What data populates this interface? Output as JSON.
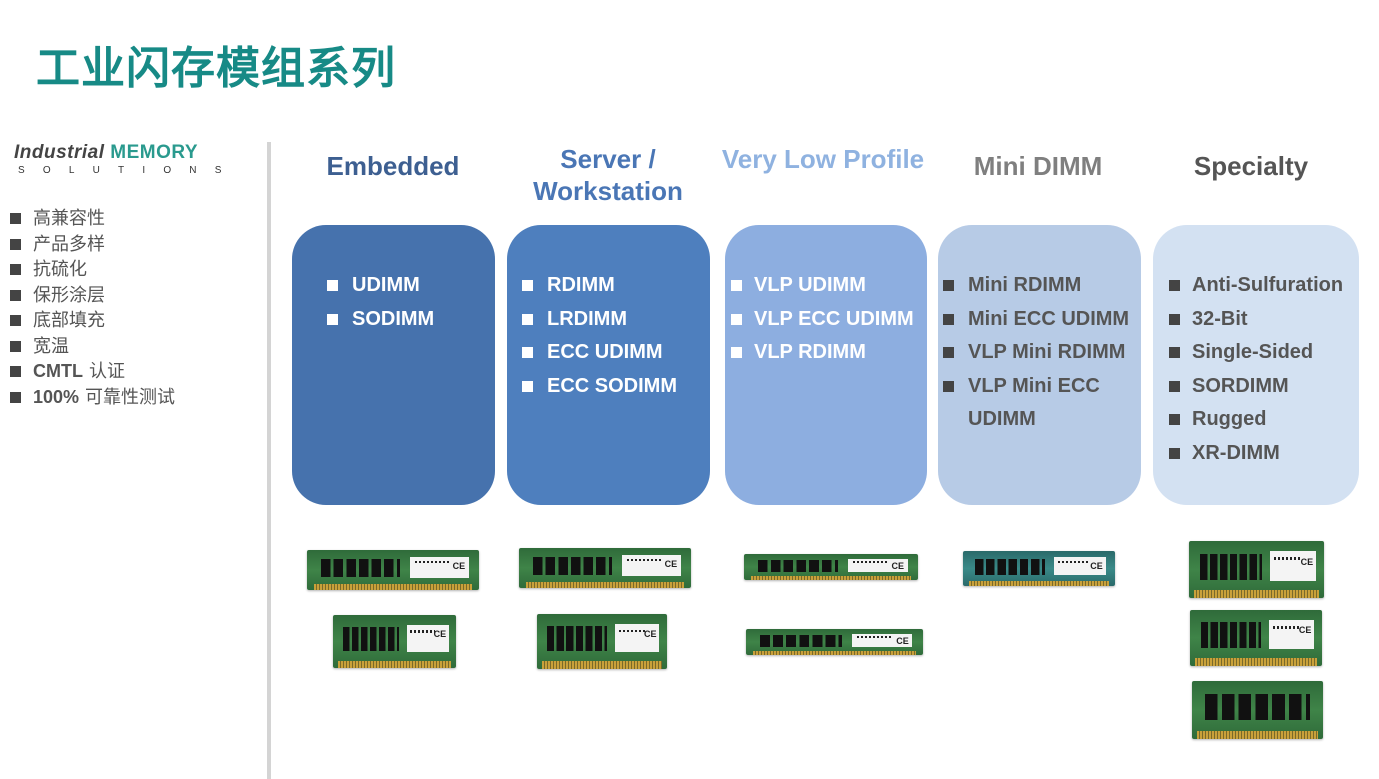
{
  "title": "工业闪存模组系列",
  "logo": {
    "word1": "Industrial",
    "word2": "MEMORY",
    "subtitle": "SOLUTIONS"
  },
  "features": [
    {
      "bold": "",
      "text": "高兼容性"
    },
    {
      "bold": "",
      "text": "产品多样"
    },
    {
      "bold": "",
      "text": "抗硫化"
    },
    {
      "bold": "",
      "text": "保形涂层"
    },
    {
      "bold": "",
      "text": "底部填充"
    },
    {
      "bold": "",
      "text": "宽温"
    },
    {
      "bold": "CMTL",
      "text": "认证"
    },
    {
      "bold": "100%",
      "text": "可靠性测试"
    }
  ],
  "columns": [
    {
      "heading": "Embedded",
      "heading_color": "#3d5f91",
      "box_color": "#4672ad",
      "items": [
        "UDIMM",
        "SODIMM"
      ]
    },
    {
      "heading": "Server / Workstation",
      "heading_color": "#4a76b5",
      "box_color": "#4e7fbe",
      "items": [
        "RDIMM",
        "LRDIMM",
        "ECC UDIMM",
        "ECC SODIMM"
      ]
    },
    {
      "heading": "Very Low Profile",
      "heading_color": "#8fb2e0",
      "box_color": "#8daee0",
      "items": [
        "VLP UDIMM",
        "VLP ECC UDIMM",
        "VLP RDIMM"
      ]
    },
    {
      "heading": "Mini DIMM",
      "heading_color": "#7f7f7f",
      "box_color": "#b7cbe6",
      "items": [
        "Mini RDIMM",
        "Mini ECC UDIMM",
        "VLP Mini RDIMM",
        "VLP Mini ECC UDIMM"
      ]
    },
    {
      "heading": "Specialty",
      "heading_color": "#555555",
      "box_color": "#d3e1f2",
      "items": [
        "Anti-Sulfuration",
        "32-Bit",
        "Single-Sided",
        "SORDIMM",
        "Rugged",
        "XR-DIMM"
      ]
    }
  ]
}
